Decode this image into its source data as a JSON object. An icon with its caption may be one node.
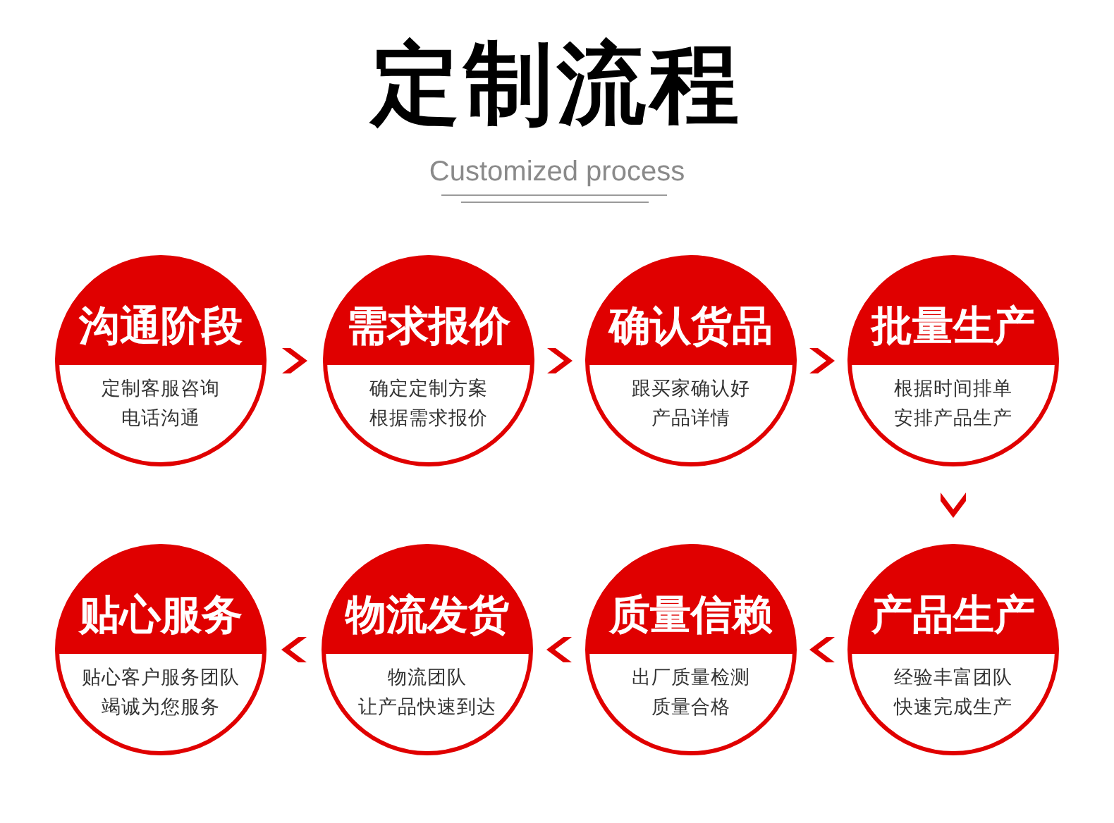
{
  "diagram": {
    "title": "定制流程",
    "nodes": [
      {
        "text": [
          "沟通阶段",
          "定制客服咨询电话沟通"
        ]
      },
      {
        "text": [
          "需求报价",
          "确定定制方案根据需求报价"
        ]
      },
      {
        "text": [
          "确认货品",
          "跟买家确认好产品详情"
        ]
      },
      {
        "text": [
          "批量生产",
          "根据时间排单安排产品生产"
        ]
      },
      {
        "text": [
          "贴心服务",
          "贴心客户服务团队竭诚为您服务"
        ]
      },
      {
        "text": [
          "物流发货",
          "物流团队让产品快速到达"
        ]
      },
      {
        "text": [
          "质量信赖",
          "出厂质量检测质量合格"
        ]
      },
      {
        "text": [
          "产品生产",
          "经验丰富团队快速完成生产"
        ]
      }
    ],
    "edges": [
      {
        "from": 0,
        "to": 1,
        "arrow": "to"
      },
      {
        "from": 1,
        "to": 2,
        "arrow": "to"
      },
      {
        "from": 2,
        "to": 3,
        "arrow": "to"
      },
      {
        "from": 3,
        "to": 7,
        "arrow": "to"
      },
      {
        "from": 7,
        "to": 6,
        "arrow": "to"
      },
      {
        "from": 6,
        "to": 5,
        "arrow": "to"
      },
      {
        "from": 5,
        "to": 4,
        "arrow": "to"
      }
    ],
    "labels": [
      "Customized process"
    ]
  }
}
